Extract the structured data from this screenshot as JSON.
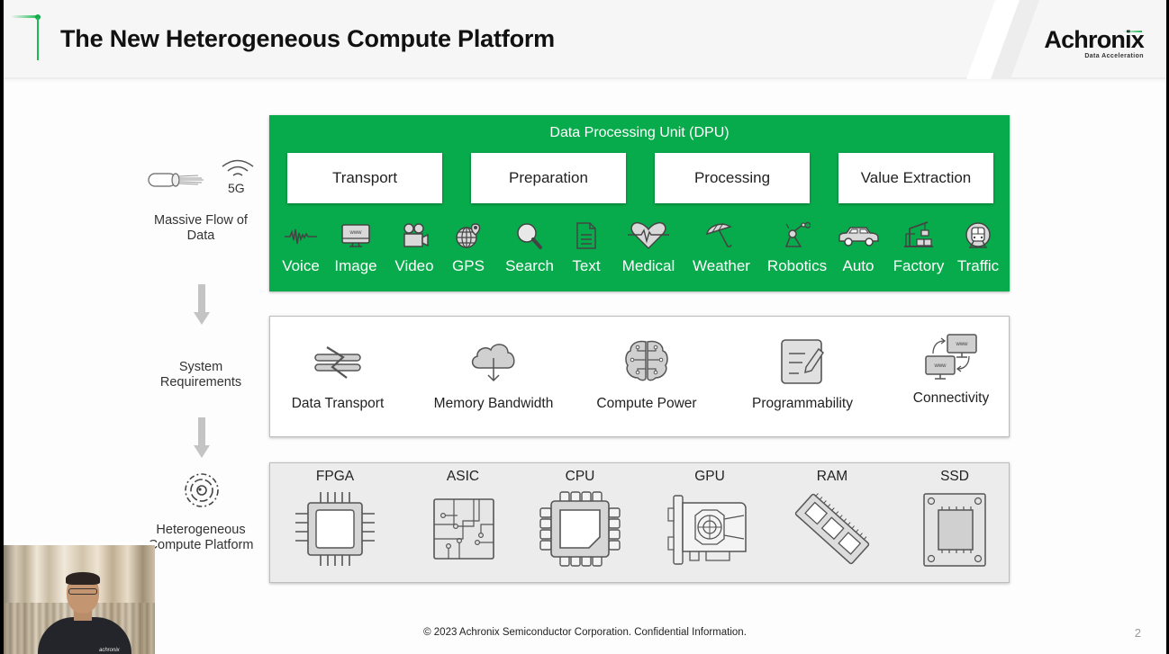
{
  "header": {
    "title": "The New Heterogeneous Compute Platform",
    "logo": {
      "name": "Achronix",
      "tagline": "Data Acceleration"
    }
  },
  "flow": {
    "stage1": {
      "label": "Massive Flow of Data",
      "badge": "5G"
    },
    "stage2": {
      "label": "System Requirements"
    },
    "stage3": {
      "label": "Heterogeneous Compute Platform"
    }
  },
  "dpu": {
    "title": "Data Processing Unit (DPU)",
    "stages": [
      "Transport",
      "Preparation",
      "Processing",
      "Value Extraction"
    ],
    "sources": [
      {
        "label": "Voice",
        "icon": "voice-waveform-icon"
      },
      {
        "label": "Image",
        "icon": "monitor-www-icon"
      },
      {
        "label": "Video",
        "icon": "video-camera-icon"
      },
      {
        "label": "GPS",
        "icon": "globe-pin-icon"
      },
      {
        "label": "Search",
        "icon": "magnifier-icon"
      },
      {
        "label": "Text",
        "icon": "document-icon"
      },
      {
        "label": "Medical",
        "icon": "heart-pulse-icon"
      },
      {
        "label": "Weather",
        "icon": "umbrella-icon"
      },
      {
        "label": "Robotics",
        "icon": "robot-arm-icon"
      },
      {
        "label": "Auto",
        "icon": "car-icon"
      },
      {
        "label": "Factory",
        "icon": "crane-icon"
      },
      {
        "label": "Traffic",
        "icon": "train-icon"
      }
    ]
  },
  "requirements": [
    {
      "label": "Data Transport",
      "icon": "transport-arrows-icon"
    },
    {
      "label": "Memory Bandwidth",
      "icon": "cloud-download-icon"
    },
    {
      "label": "Compute Power",
      "icon": "brain-circuit-icon"
    },
    {
      "label": "Programmability",
      "icon": "notepad-pencil-icon"
    },
    {
      "label": "Connectivity",
      "icon": "network-monitors-icon"
    }
  ],
  "hardware": [
    {
      "label": "FPGA",
      "icon": "fpga-chip-icon"
    },
    {
      "label": "ASIC",
      "icon": "asic-chip-icon"
    },
    {
      "label": "CPU",
      "icon": "cpu-chip-icon"
    },
    {
      "label": "GPU",
      "icon": "gpu-card-icon"
    },
    {
      "label": "RAM",
      "icon": "ram-module-icon"
    },
    {
      "label": "SSD",
      "icon": "ssd-chip-icon"
    }
  ],
  "footer": {
    "copyright": "© 2023 Achronix Semiconductor Corporation. Confidential Information.",
    "page_number": "2",
    "webcam_shirt_logo": "achronix"
  },
  "colors": {
    "brand_green": "#08ab4b",
    "accent_green": "#1db954",
    "text_dark": "#111111",
    "icon_gray": "#555555"
  }
}
